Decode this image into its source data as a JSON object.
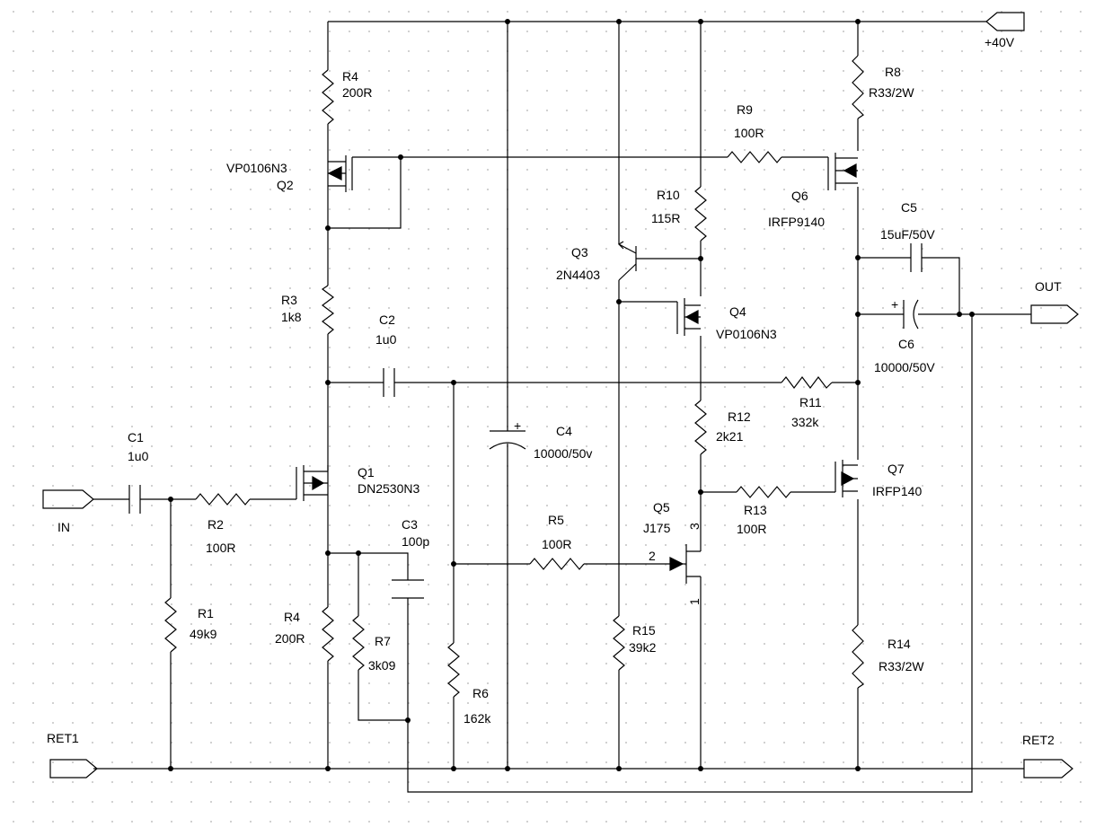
{
  "ports": {
    "in": "IN",
    "out": "OUT",
    "ret1": "RET1",
    "ret2": "RET2",
    "vplus": "+40V"
  },
  "components": {
    "R4a": {
      "ref": "R4",
      "value": "200R"
    },
    "R4b": {
      "ref": "R4",
      "value": "200R"
    },
    "R3": {
      "ref": "R3",
      "value": "1k8"
    },
    "R1": {
      "ref": "R1",
      "value": "49k9"
    },
    "R2": {
      "ref": "R2",
      "value": "100R"
    },
    "R5": {
      "ref": "R5",
      "value": "100R"
    },
    "R6": {
      "ref": "R6",
      "value": "162k"
    },
    "R7": {
      "ref": "R7",
      "value": "3k09"
    },
    "R8": {
      "ref": "R8",
      "value": "R33/2W"
    },
    "R9": {
      "ref": "R9",
      "value": "100R"
    },
    "R10": {
      "ref": "R10",
      "value": "115R"
    },
    "R11": {
      "ref": "R11",
      "value": "332k"
    },
    "R12": {
      "ref": "R12",
      "value": "2k21"
    },
    "R13": {
      "ref": "R13",
      "value": "100R"
    },
    "R14": {
      "ref": "R14",
      "value": "R33/2W"
    },
    "R15": {
      "ref": "R15",
      "value": "39k2"
    },
    "C1": {
      "ref": "C1",
      "value": "1u0"
    },
    "C2": {
      "ref": "C2",
      "value": "1u0"
    },
    "C3": {
      "ref": "C3",
      "value": "100p"
    },
    "C4": {
      "ref": "C4",
      "value": "10000/50v"
    },
    "C5": {
      "ref": "C5",
      "value": "15uF/50V"
    },
    "C6": {
      "ref": "C6",
      "value": "10000/50V"
    },
    "Q1": {
      "ref": "Q1",
      "value": "DN2530N3"
    },
    "Q2": {
      "ref": "Q2",
      "value": "VP0106N3"
    },
    "Q3": {
      "ref": "Q3",
      "value": "2N4403"
    },
    "Q4": {
      "ref": "Q4",
      "value": "VP0106N3"
    },
    "Q5": {
      "ref": "Q5",
      "value": "J175",
      "pin1": "1",
      "pin2": "2",
      "pin3": "3"
    },
    "Q6": {
      "ref": "Q6",
      "value": "IRFP9140"
    },
    "Q7": {
      "ref": "Q7",
      "value": "IRFP140"
    }
  },
  "polarity_mark": "+"
}
